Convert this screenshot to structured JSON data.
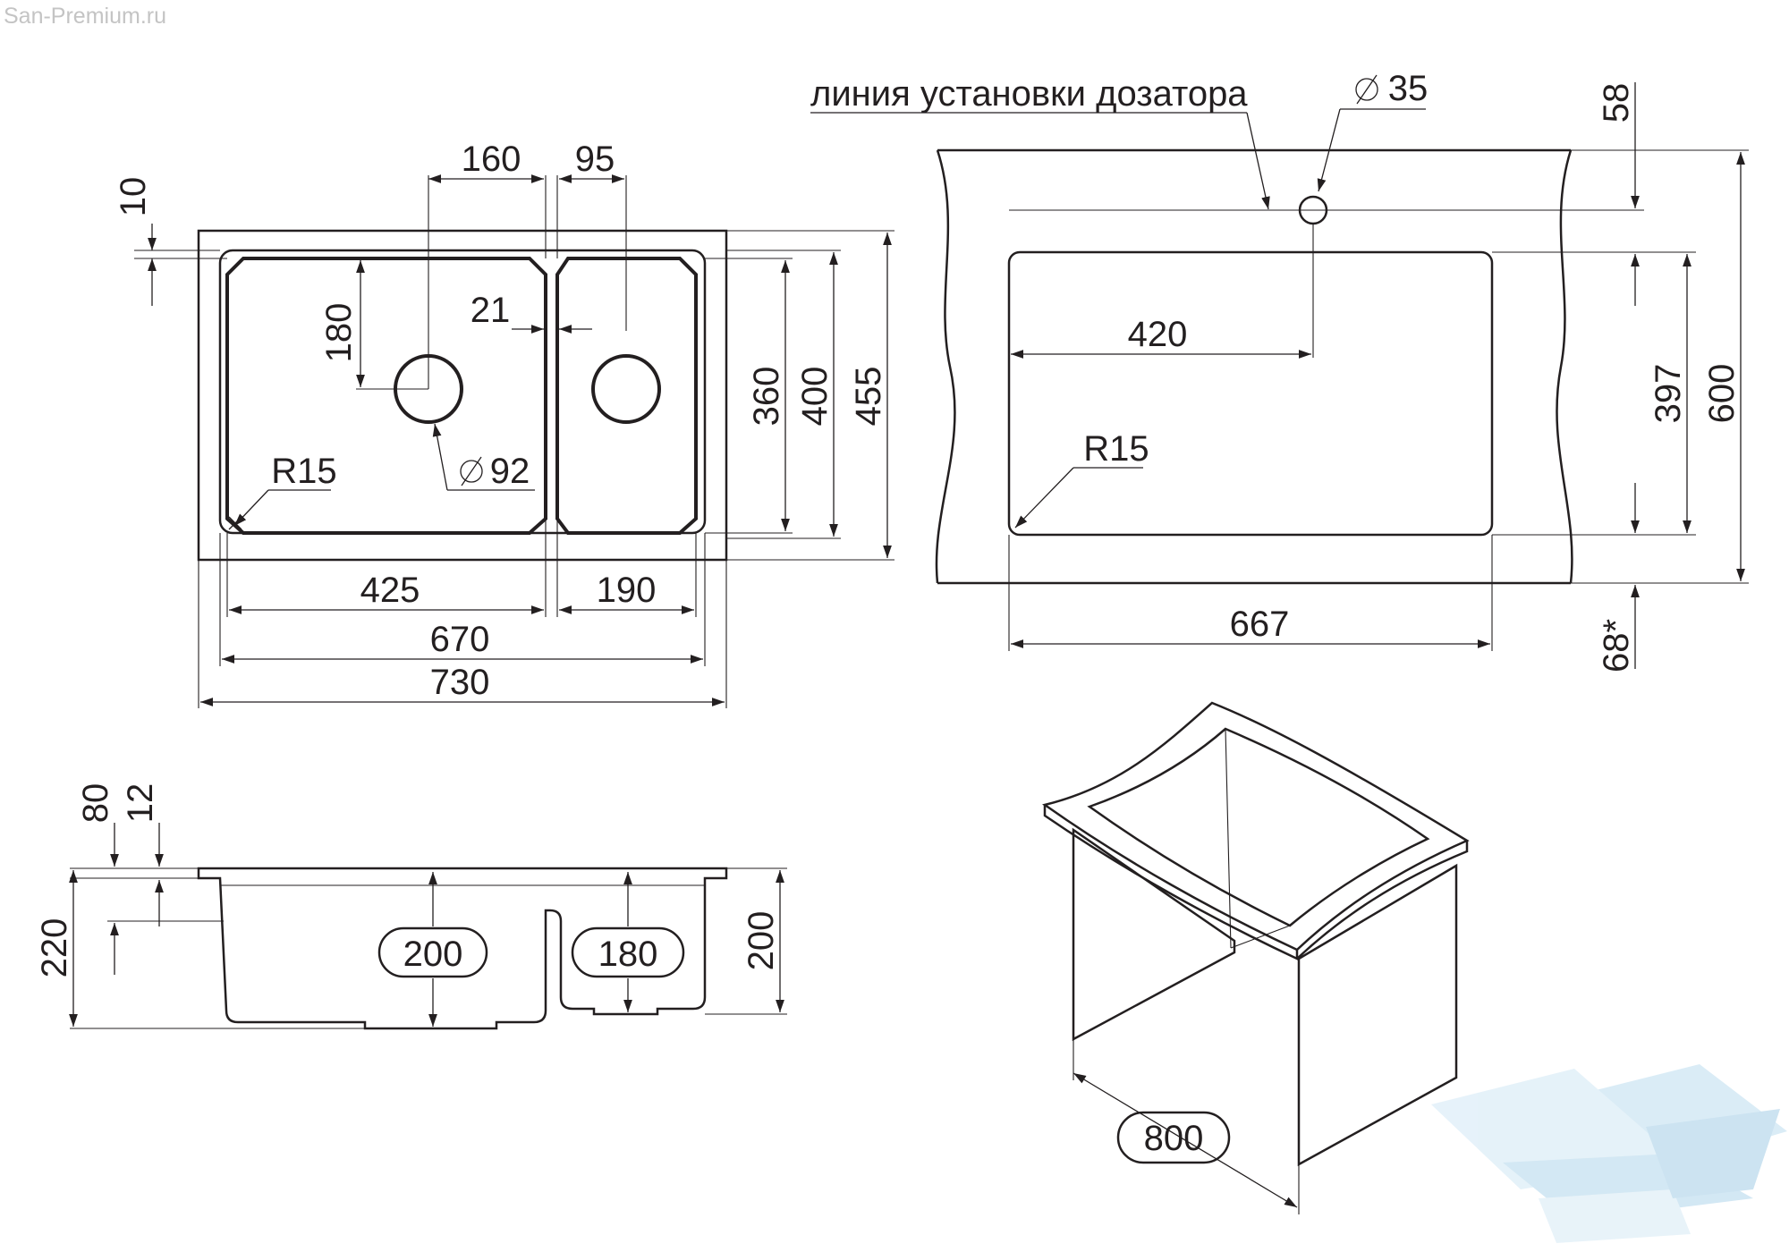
{
  "watermark": "San-Premium.ru",
  "top_view": {
    "dims": {
      "d10": "10",
      "d160": "160",
      "d95": "95",
      "d180": "180",
      "d21": "21",
      "d360": "360",
      "d400": "400",
      "d455": "455",
      "r15": "R15",
      "d92": "92",
      "d425": "425",
      "d190": "190",
      "d670": "670",
      "d730": "730"
    }
  },
  "install_view": {
    "dispenser_line_label": "линия установки дозатора",
    "dims": {
      "d35": "35",
      "d58": "58",
      "d397": "397",
      "d600": "600",
      "d420": "420",
      "r15": "R15",
      "d667": "667",
      "d68": "68*"
    }
  },
  "side_view": {
    "dims": {
      "d80": "80",
      "d12": "12",
      "d220": "220",
      "d200_left": "200",
      "d180_right": "180",
      "d200_right": "200"
    }
  },
  "iso_view": {
    "dims": {
      "d800": "800"
    }
  },
  "colors": {
    "line": "#231f20",
    "watermark_text": "#c4c4c4",
    "logo": "#cfe6f3"
  }
}
